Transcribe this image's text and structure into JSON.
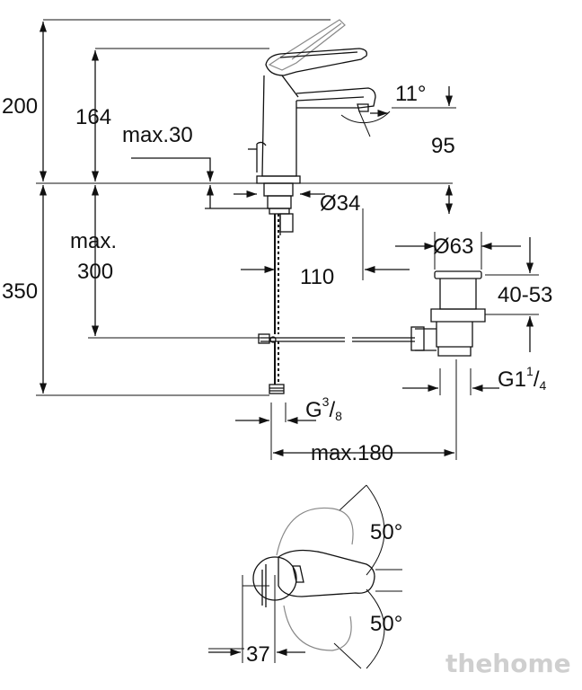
{
  "dimensions": {
    "overall_height": "200",
    "spout_height": "164",
    "max_30": "max.30",
    "angle_spout": "11°",
    "spout_outlet": "95",
    "diameter_34": "Ø34",
    "max_label": "max.",
    "max_300": "300",
    "depth_350": "350",
    "offset_110": "110",
    "diameter_63": "Ø63",
    "range_40_53": "40-53",
    "thread_g1_base": "G1",
    "thread_g1_num": "1",
    "thread_g1_den": "4",
    "thread_g_base": "G",
    "thread_g_num": "3",
    "thread_g_den": "8",
    "max_180": "max.180",
    "angle_top": "50°",
    "angle_bottom": "50°",
    "offset_37": "37"
  },
  "watermark": "thehome"
}
